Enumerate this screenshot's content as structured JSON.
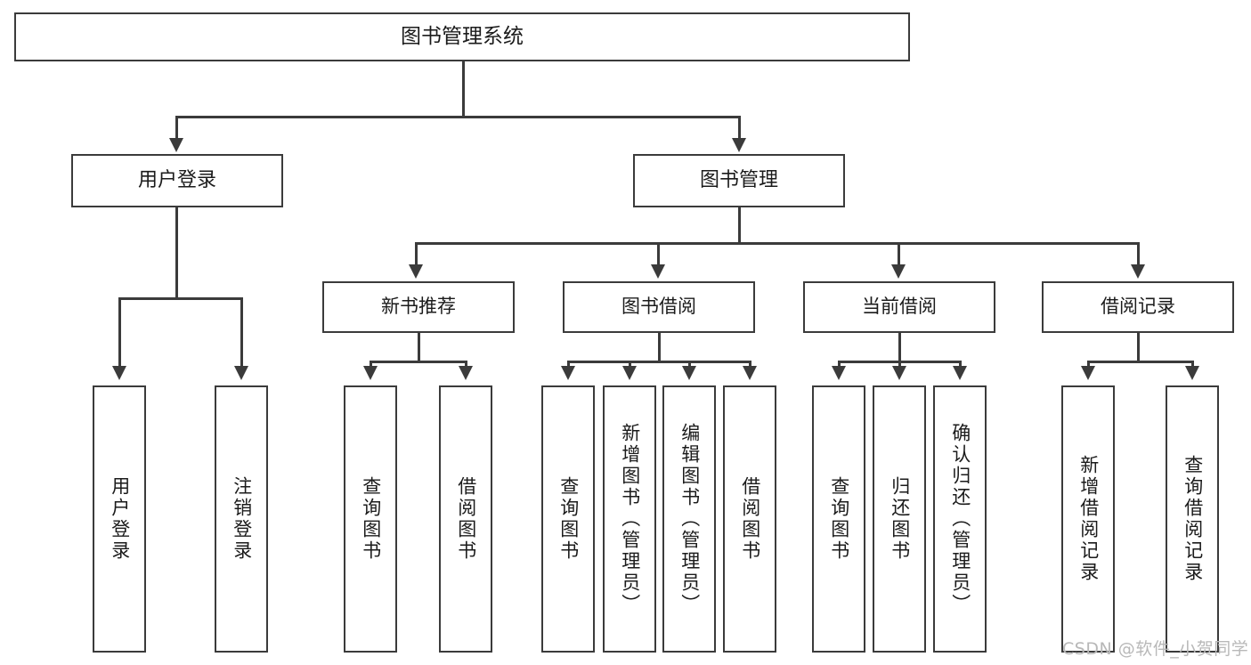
{
  "diagram": {
    "title": "图书管理系统",
    "root": {
      "label": "图书管理系统"
    },
    "level1": [
      {
        "label": "用户登录"
      },
      {
        "label": "图书管理"
      }
    ],
    "level2": [
      {
        "label": "新书推荐"
      },
      {
        "label": "图书借阅"
      },
      {
        "label": "当前借阅"
      },
      {
        "label": "借阅记录"
      }
    ],
    "leaves": {
      "user_login": [
        {
          "label": "用户登录"
        },
        {
          "label": "注销登录"
        }
      ],
      "new_book_recommend": [
        {
          "label": "查询图书"
        },
        {
          "label": "借阅图书"
        }
      ],
      "book_borrow": [
        {
          "label": "查询图书"
        },
        {
          "label": "新增图书（管理员）"
        },
        {
          "label": "编辑图书（管理员）"
        },
        {
          "label": "借阅图书"
        }
      ],
      "current_borrow": [
        {
          "label": "查询图书"
        },
        {
          "label": "归还图书"
        },
        {
          "label": "确认归还（管理员）"
        }
      ],
      "borrow_record": [
        {
          "label": "新增借阅记录"
        },
        {
          "label": "查询借阅记录"
        }
      ]
    }
  },
  "watermark": {
    "text": "CSDN @软件_小贺同学"
  },
  "colors": {
    "stroke": "#3b3b3b",
    "background": "#ffffff",
    "text": "#1b1b1b",
    "watermark": "#b8b8b8"
  }
}
